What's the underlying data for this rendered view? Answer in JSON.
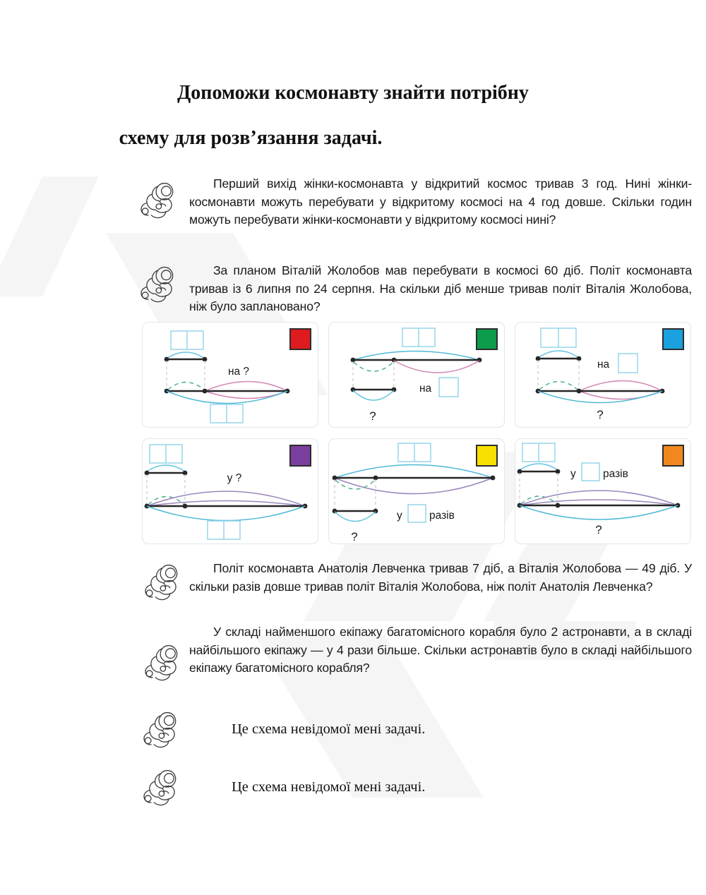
{
  "page": {
    "title_line1": "Допоможи космонавту знайти потрібну",
    "title_line2": "схему для розв’язання задачі."
  },
  "problems": [
    {
      "id": "problem-1",
      "text": "Перший вихід жінки-космонавта у відкритий космос тривав 3 год. Нині жінки-космонавти можуть перебувати у відкритому космосі на 4 год довше. Скільки годин можуть перебувати жінки-космонавти у відкритому космосі нині?"
    },
    {
      "id": "problem-2",
      "text": "За планом Віталій Жолобов мав перебувати в космосі 60 діб. Політ космонавта тривав із 6 липня по 24 серпня. На скільки діб менше тривав політ Віталія Жолобова, ніж було заплановано?"
    },
    {
      "id": "problem-3",
      "text": "Політ космонавта Анатолія Левченка тривав 7 діб, а Віталія Жолобова — 49 діб. У скільки разів довше тривав політ Віталія Жолобова, ніж політ Анатолія Левченка?"
    },
    {
      "id": "problem-4",
      "text": "У складі найменшого екіпажу багатомісного корабля було 2 астронавти, а в складі найбільшого екіпажу — у 4 рази більше. Скільки астронавтів було в складі найбільшого екіпажу багатомісного корабля?"
    }
  ],
  "answers": [
    {
      "id": "answer-1",
      "text": "Це схема невідомої мені задачі."
    },
    {
      "id": "answer-2",
      "text": "Це схема невідомої мені задачі."
    }
  ],
  "cards": [
    {
      "id": "scheme-card-1",
      "badge_color": "#e01b20",
      "badge_name": "red-badge",
      "label_main": "на ?",
      "label_secondary": "",
      "has_top_box": true,
      "has_bottom_box": true,
      "relation": "difference",
      "question_mark": ""
    },
    {
      "id": "scheme-card-2",
      "badge_color": "#0d9b4c",
      "badge_name": "green-badge",
      "label_main": "на",
      "label_secondary": "",
      "has_top_box": true,
      "has_bottom_box": false,
      "relation": "difference",
      "question_mark": "?"
    },
    {
      "id": "scheme-card-3",
      "badge_color": "#1ba0e0",
      "badge_name": "blue-badge",
      "label_main": "на",
      "label_secondary": "",
      "has_top_box": true,
      "has_bottom_box": false,
      "relation": "difference",
      "question_mark": "?"
    },
    {
      "id": "scheme-card-4",
      "badge_color": "#7b3fa0",
      "badge_name": "purple-badge",
      "label_main": "у ?",
      "label_secondary": "",
      "has_top_box": true,
      "has_bottom_box": true,
      "relation": "multiple",
      "question_mark": ""
    },
    {
      "id": "scheme-card-5",
      "badge_color": "#f8e000",
      "badge_name": "yellow-badge",
      "label_main": "у",
      "label_secondary": "разів",
      "has_top_box": true,
      "has_bottom_box": false,
      "relation": "multiple",
      "question_mark": "?"
    },
    {
      "id": "scheme-card-6",
      "badge_color": "#f0881f",
      "badge_name": "orange-badge",
      "label_main": "у",
      "label_secondary": "разів",
      "has_top_box": true,
      "has_bottom_box": false,
      "relation": "multiple",
      "question_mark": "?"
    }
  ],
  "colors": {
    "segment": "#262626",
    "cyan": "#62c6e0",
    "pink": "#d386b5",
    "purple_arc": "#9a86bd",
    "green_dashed": "#3fae86",
    "box_outline": "#8ed3e8",
    "card_border": "#e3e5e6"
  }
}
